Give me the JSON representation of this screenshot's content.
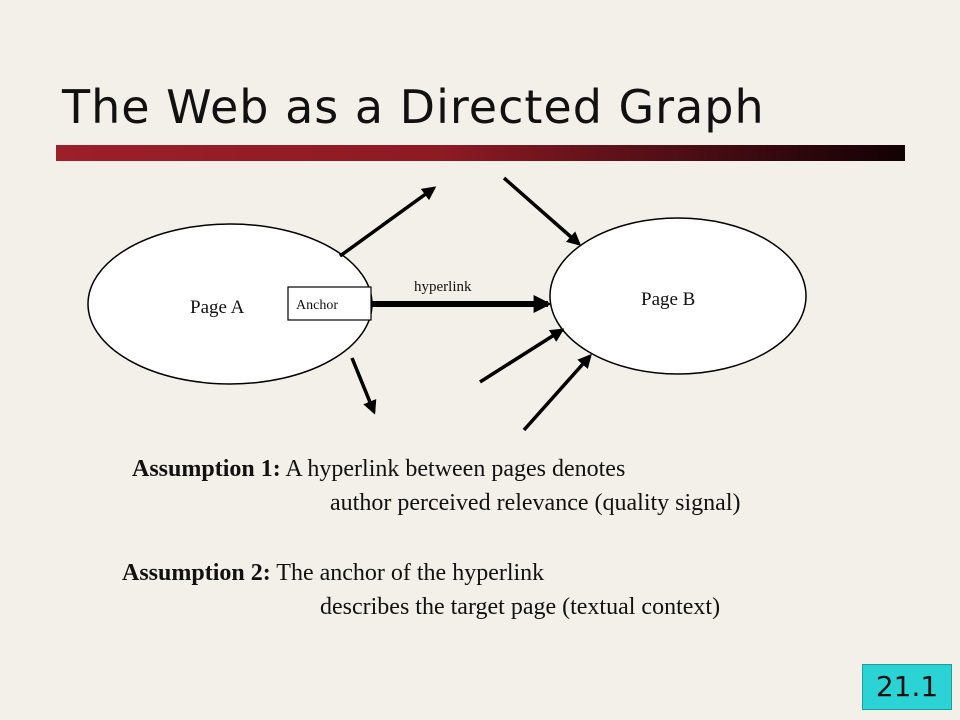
{
  "slide": {
    "title": "The Web as a Directed Graph",
    "number": "21.1"
  },
  "diagram": {
    "page_a_label": "Page A",
    "page_b_label": "Page B",
    "anchor_label": "Anchor",
    "edge_label": "hyperlink"
  },
  "assumptions": [
    {
      "heading": "Assumption 1:",
      "line1": "A hyperlink between pages denotes",
      "line2": "author perceived relevance (quality signal)"
    },
    {
      "heading": "Assumption 2:",
      "line1": "The anchor of the hyperlink",
      "line2": "describes the target page (textual context)"
    }
  ],
  "colors": {
    "background": "#f3f0e9",
    "title_bar_start": "#9c1f2a",
    "title_bar_end": "#120104",
    "slide_number_bg": "#2bd3d5"
  }
}
